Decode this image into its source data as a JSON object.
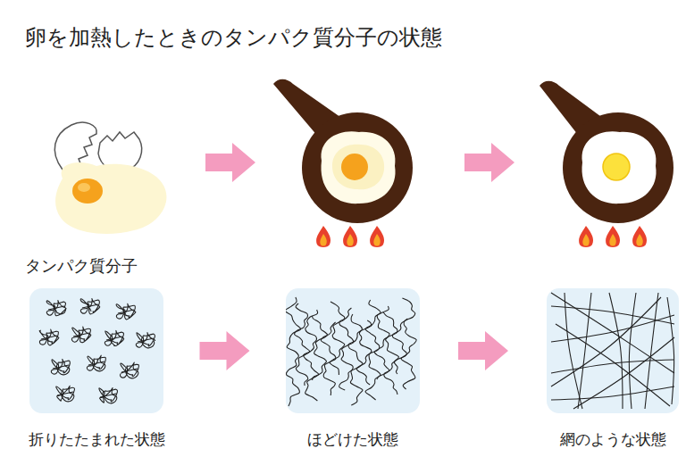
{
  "diagram": {
    "title": "卵を加熱したときのタンパク質分子の状態",
    "nodes": [
      {
        "text": [
          "折りたたまれた状態"
        ]
      },
      {
        "text": [
          "ほどけた状態"
        ]
      },
      {
        "text": [
          "網のような状態"
        ]
      }
    ],
    "edges": [
      {
        "from": 0,
        "to": 1,
        "arrow": "to"
      },
      {
        "from": 1,
        "to": 2,
        "arrow": "to"
      }
    ],
    "labels": [
      "タンパク質分子"
    ]
  }
}
